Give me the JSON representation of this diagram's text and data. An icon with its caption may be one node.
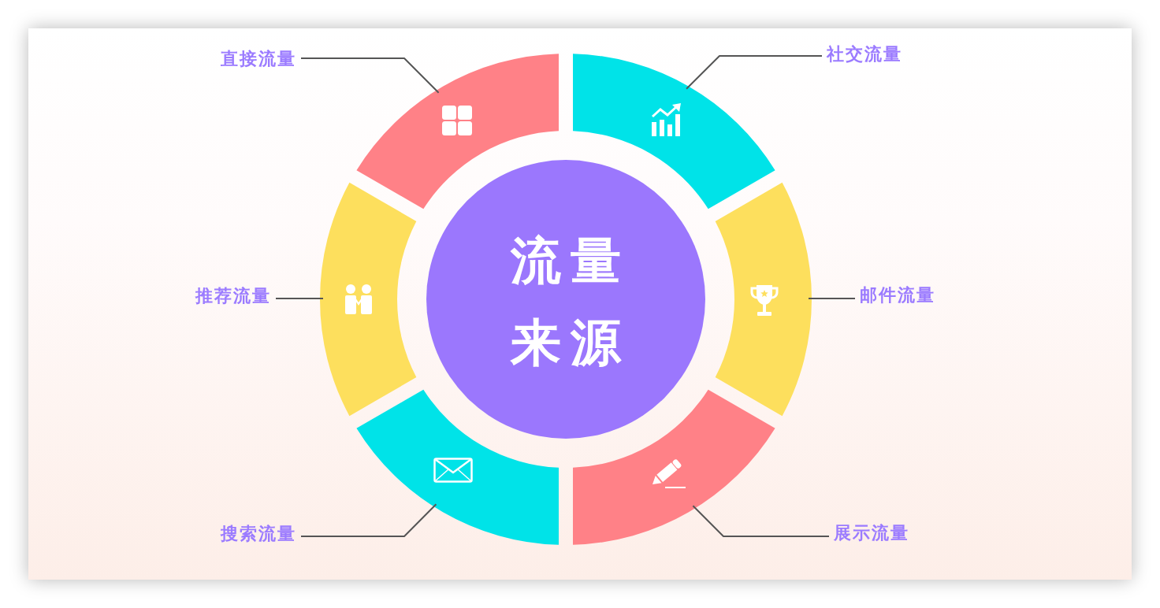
{
  "diagram": {
    "nodes": [
      {
        "text": [
          "流量来源"
        ]
      },
      {
        "text": [
          "直接流量"
        ]
      },
      {
        "text": [],
        "shape": "arc"
      },
      {
        "text": [
          "社交流量"
        ]
      },
      {
        "text": [],
        "shape": "arc"
      },
      {
        "text": [
          "推荐流量"
        ]
      },
      {
        "text": [],
        "shape": "arc"
      },
      {
        "text": [
          "邮件流量"
        ]
      },
      {
        "text": [],
        "shape": "arc"
      },
      {
        "text": [
          "搜索流量"
        ]
      },
      {
        "text": [],
        "shape": "arc"
      },
      {
        "text": [
          "展示流量"
        ]
      },
      {
        "text": [],
        "shape": "arc"
      }
    ],
    "edges": [
      {
        "from": 1,
        "to": 2,
        "arrow": "none"
      },
      {
        "from": 3,
        "to": 4,
        "arrow": "none"
      },
      {
        "from": 5,
        "to": 6,
        "arrow": "none"
      },
      {
        "from": 7,
        "to": 8,
        "arrow": "none"
      },
      {
        "from": 9,
        "to": 10,
        "arrow": "none"
      },
      {
        "from": 11,
        "to": 12,
        "arrow": "none"
      }
    ]
  }
}
